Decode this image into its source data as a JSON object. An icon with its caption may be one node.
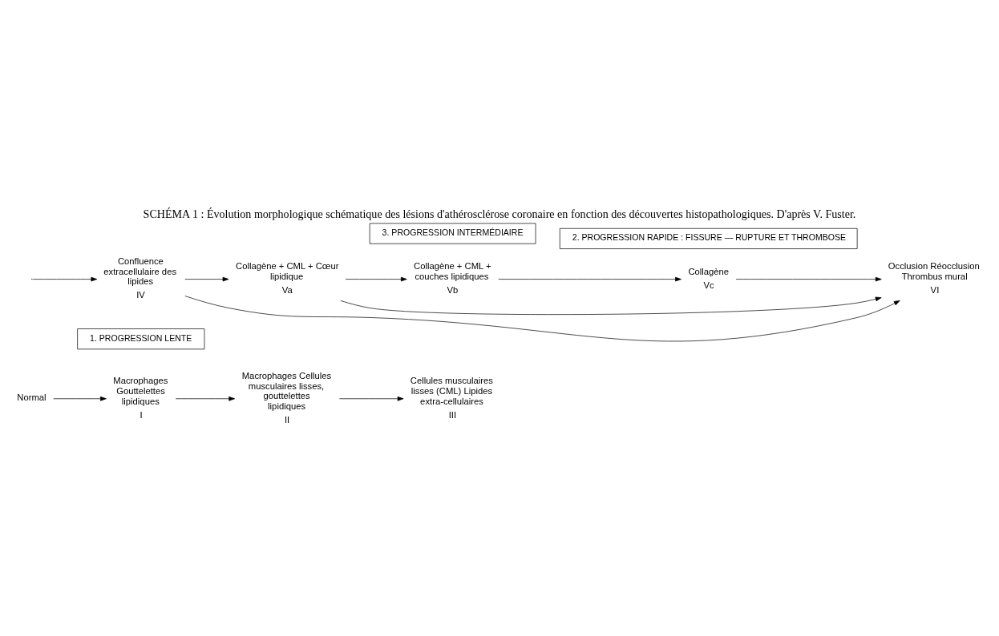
{
  "diagram": {
    "title": "SCHÉMA 1 : Évolution morphologique schématique des lésions d'athérosclérose coronaire en fonction des découvertes histopathologiques. D'après V. Fuster.",
    "nodes": [
      {
        "text": [
          "Normal"
        ]
      },
      {
        "text": [
          "I"
        ],
        "beside": [
          "Macrophages Gouttelettes lipidiques"
        ]
      },
      {
        "text": [
          "II"
        ],
        "beside": [
          "Macrophages Cellules musculaires lisses, gouttelettes lipidiques"
        ]
      },
      {
        "text": [
          "III"
        ],
        "beside": [
          "Cellules musculaires lisses (CML) Lipides extra-cellulaires"
        ]
      },
      {
        "text": [
          "1. PROGRESSION LENTE"
        ]
      },
      {
        "text": [
          "IV"
        ],
        "beside": [
          "Confluence extracellulaire des lipides"
        ]
      },
      {
        "text": [
          "Va"
        ],
        "beside": [
          "Collagène + CML + Cœur lipidique"
        ]
      },
      {
        "text": [
          "Vb"
        ],
        "beside": [
          "Collagène + CML + couches lipidiques"
        ]
      },
      {
        "text": [
          "Vc"
        ],
        "beside": [
          "Collagène"
        ]
      },
      {
        "text": [
          "VI"
        ],
        "beside": [
          "Occlusion Réocclusion Thrombus mural"
        ]
      },
      {
        "text": [
          "3. PROGRESSION INTERMÉDIAIRE"
        ]
      },
      {
        "text": [
          "2. PROGRESSION RAPIDE : FISSURE — RUPTURE ET THROMBOSE"
        ]
      }
    ],
    "edges": [
      {
        "from": 0,
        "to": 1,
        "arrow": "to"
      },
      {
        "from": 1,
        "to": 2,
        "arrow": "to"
      },
      {
        "from": 2,
        "to": 3,
        "arrow": "to"
      },
      {
        "from": null,
        "to": 5,
        "arrow": "to"
      },
      {
        "from": 5,
        "to": 6,
        "arrow": "to"
      },
      {
        "from": 6,
        "to": 7,
        "arrow": "to"
      },
      {
        "from": 7,
        "to": 8,
        "arrow": "to"
      },
      {
        "from": 8,
        "to": 9,
        "arrow": "to"
      },
      {
        "from": 5,
        "to": 9,
        "arrow": "to"
      },
      {
        "from": 6,
        "to": 9,
        "arrow": "to"
      }
    ]
  }
}
